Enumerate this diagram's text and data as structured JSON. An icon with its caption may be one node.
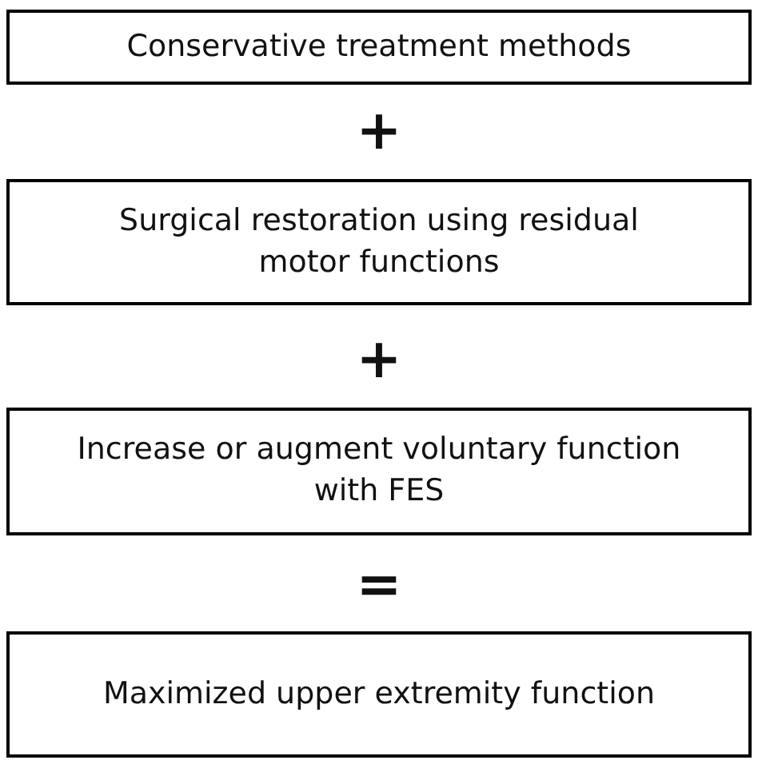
{
  "diagram": {
    "nodes": [
      {
        "text": [
          "Conservative treatment methods"
        ]
      },
      {
        "text": [
          "Surgical restoration using residual motor functions"
        ]
      },
      {
        "text": [
          "Increase or augment voluntary function with FES"
        ]
      },
      {
        "text": [
          "Maximized upper extremity function"
        ]
      }
    ],
    "labels": [
      "+",
      "+",
      "="
    ]
  }
}
